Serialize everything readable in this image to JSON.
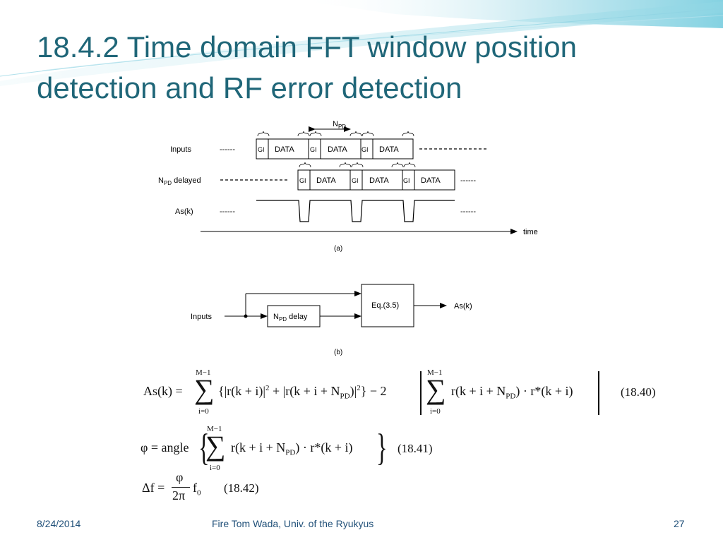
{
  "slide": {
    "title_line1": "18.4.2 Time domain FFT window position",
    "title_line2": "detection and RF error detection"
  },
  "figure_a": {
    "label_inputs": "Inputs",
    "label_npd_delayed_main": "N",
    "label_npd_delayed_sub": "PD",
    "label_npd_delayed_rest": " delayed",
    "label_as": "As(k)",
    "npd_main": "N",
    "npd_sub": "PD",
    "gi": "GI",
    "data": "DATA",
    "dashes": "------",
    "time_label": "time",
    "caption": "(a)"
  },
  "figure_b": {
    "inputs_label": "Inputs",
    "delay_main": "N",
    "delay_sub": "PD",
    "delay_rest": " delay",
    "eq_box": "Eq.(3.5)",
    "output": "As(k)",
    "caption": "(b)"
  },
  "equations": {
    "eq1_lhs": "As(k) =",
    "eq1_term1": "{|r(k + i)|",
    "eq1_term2": " + |r(k + i + N",
    "eq1_term3": ")|",
    "eq1_term4": "} − 2",
    "eq1_term5": "r(k + i + N",
    "eq1_term6": ") · r*(k + i)",
    "sup2": "2",
    "sub_pd": "PD",
    "sum_top": "M−1",
    "sum_bottom": "i=0",
    "eq1_number": "(18.40)",
    "eq2_lhs": "φ = angle",
    "eq2_term1": "r(k + i + N",
    "eq2_term2": ") · r*(k + i)",
    "eq2_number": "(18.41)",
    "eq3_lhs": "Δf =",
    "eq3_num": "φ",
    "eq3_den": "2π",
    "eq3_f": "f",
    "eq3_sub": "0",
    "eq3_number": "(18.42)"
  },
  "footer": {
    "date": "8/24/2014",
    "author": "Fire Tom Wada, Univ. of the Ryukyus",
    "page": "27"
  }
}
